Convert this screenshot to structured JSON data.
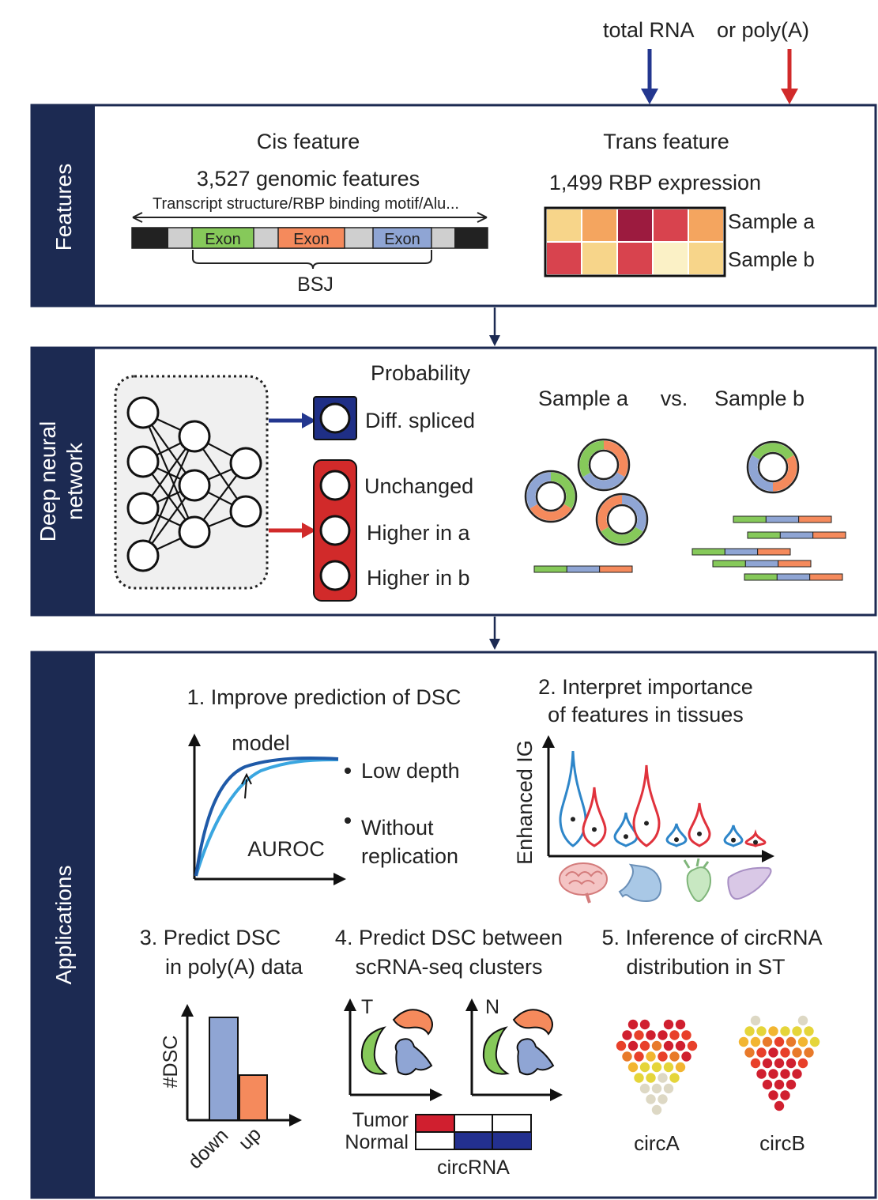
{
  "top": {
    "total_rna": "total RNA",
    "or_polya": "or poly(A)"
  },
  "colors": {
    "navy": "#1c2a52",
    "blue_arrow": "#23378f",
    "red_arrow": "#d12a2a",
    "exon_green": "#86c95a",
    "exon_orange": "#f58a5c",
    "exon_blue": "#8fa5d4"
  },
  "features": {
    "side_label": "Features",
    "cis_title": "Cis feature",
    "cis_count": "3,527 genomic features",
    "cis_desc": "Transcript structure/RBP binding motif/Alu...",
    "exon_label": "Exon",
    "bsj_label": "BSJ",
    "trans_title": "Trans feature",
    "trans_count": "1,499 RBP expression",
    "sample_a": "Sample a",
    "sample_b": "Sample b",
    "heatmap_colors": [
      [
        "#f7d58a",
        "#f4a55f",
        "#9c1b3f",
        "#d8434e",
        "#f4a55f"
      ],
      [
        "#d8434e",
        "#f7d58a",
        "#d8434e",
        "#fbf1c6",
        "#f7d58a"
      ]
    ]
  },
  "dnn": {
    "side_label_1": "Deep neural",
    "side_label_2": "network",
    "probability": "Probability",
    "diff_spliced": "Diff. spliced",
    "unchanged": "Unchanged",
    "higher_a": "Higher in a",
    "higher_b": "Higher in b",
    "sample_a": "Sample a",
    "vs": "vs.",
    "sample_b": "Sample b"
  },
  "applications": {
    "side_label": "Applications",
    "app1_title": "1. Improve prediction of DSC",
    "app1_model": "model",
    "app1_auroc": "AUROC",
    "app1_bullet1": "Low depth",
    "app1_bullet2a": "Without",
    "app1_bullet2b": "replication",
    "app2_title_1": "2. Interpret importance",
    "app2_title_2": "of features in tissues",
    "app2_ylabel": "Enhanced IG",
    "app3_title_1": "3. Predict DSC",
    "app3_title_2": "in poly(A) data",
    "app3_ylabel": "#DSC",
    "app3_down": "down",
    "app3_up": "up",
    "app4_title_1": "4. Predict DSC between",
    "app4_title_2": "scRNA-seq clusters",
    "app4_t": "T",
    "app4_n": "N",
    "app4_tumor": "Tumor",
    "app4_normal": "Normal",
    "app4_circrna": "circRNA",
    "app5_title_1": "5. Inference of circRNA",
    "app5_title_2": "distribution in ST",
    "app5_circa": "circA",
    "app5_circb": "circB"
  }
}
